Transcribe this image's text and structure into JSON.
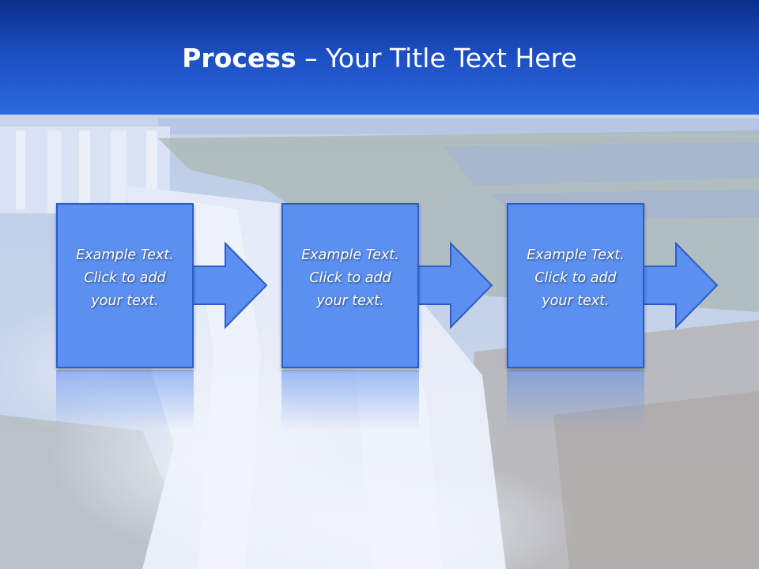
{
  "slide": {
    "title_bold": "Process",
    "title_rest": " – Your Title Text Here",
    "background": "waterfall-photo",
    "colors": {
      "title_band_top": "#0b2f8a",
      "title_band_bottom": "#2d6ae0",
      "step_fill": "#5b8ff0",
      "step_border": "#2e5cc8",
      "text": "#ffffff"
    }
  },
  "steps": [
    {
      "lines": [
        "Example Text.",
        "Click  to add",
        "your text."
      ]
    },
    {
      "lines": [
        "Example Text.",
        "Click  to add",
        "your text."
      ]
    },
    {
      "lines": [
        "Example Text.",
        "Click  to add",
        "your text."
      ]
    }
  ]
}
